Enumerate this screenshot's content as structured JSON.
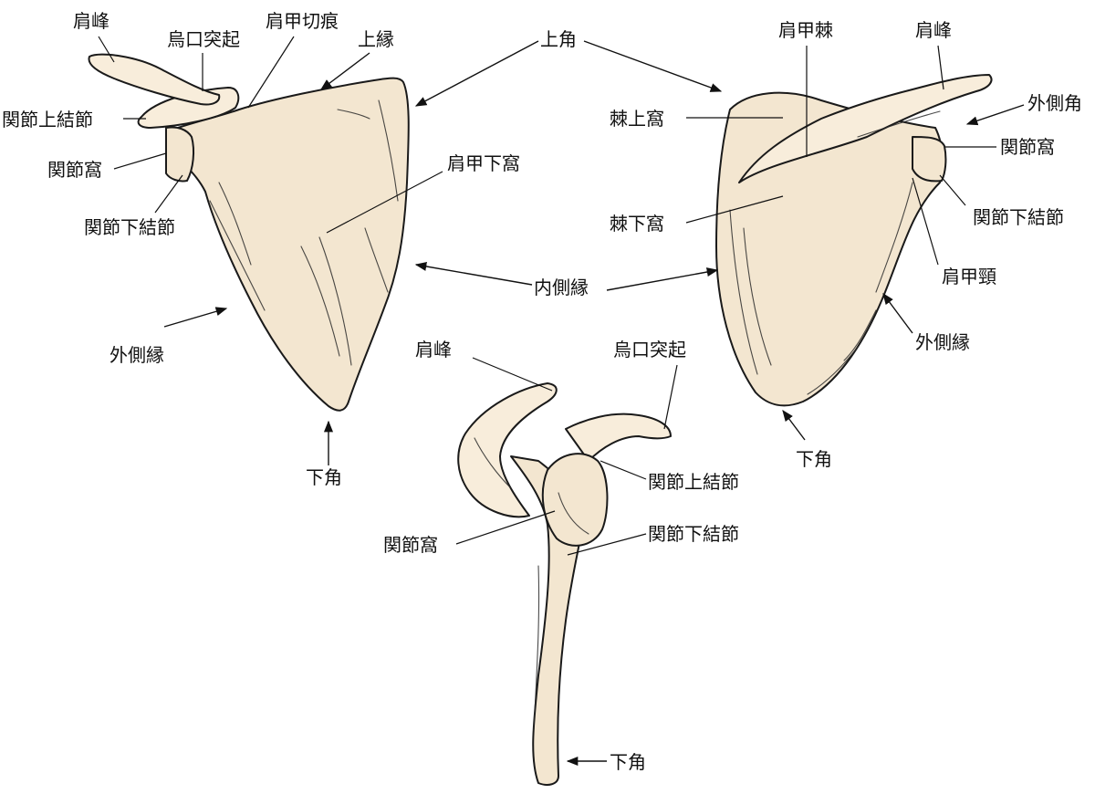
{
  "colors": {
    "bone": "#f3e6d0",
    "bone_light": "#f8eddb",
    "outline": "#1a1a1a",
    "label": "#111111"
  },
  "labels": {
    "anterior": {
      "acromion": "肩峰",
      "coracoid": "烏口突起",
      "scapular_notch": "肩甲切痕",
      "superior_border": "上縁",
      "supraglenoid": "関節上結節",
      "glenoid": "関節窩",
      "infraglenoid": "関節下結節",
      "subscapular_fossa": "肩甲下窩",
      "lateral_border": "外側縁",
      "inferior_angle": "下角"
    },
    "shared": {
      "superior_angle": "上角",
      "medial_border": "内側縁"
    },
    "posterior": {
      "spine": "肩甲棘",
      "acromion": "肩峰",
      "lateral_angle": "外側角",
      "supraspinous": "棘上窩",
      "glenoid": "関節窩",
      "infraspinous": "棘下窩",
      "infraglenoid": "関節下結節",
      "neck": "肩甲頸",
      "lateral_border": "外側縁",
      "inferior_angle": "下角"
    },
    "lateral": {
      "acromion": "肩峰",
      "coracoid": "烏口突起",
      "supraglenoid": "関節上結節",
      "glenoid": "関節窩",
      "infraglenoid": "関節下結節",
      "inferior_angle": "下角"
    }
  }
}
